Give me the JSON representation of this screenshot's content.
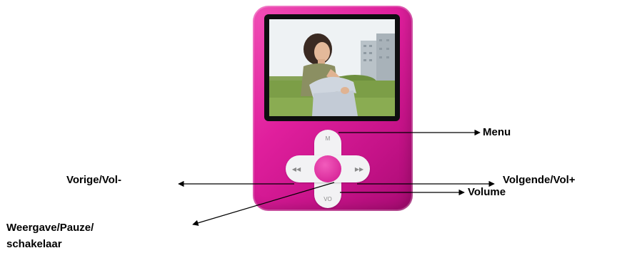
{
  "labels": {
    "menu": "Menu",
    "previous": "Vorige/Vol-",
    "next": "Volgende/Vol+",
    "volume": "Volume",
    "play_pause_line1": "Weergave/Pauze/",
    "play_pause_line2": "schakelaar"
  },
  "button_glyphs": {
    "menu": "M",
    "previous": "◀◀",
    "next": "▶▶",
    "volume": "VO"
  },
  "colors": {
    "device": "#e01f9d",
    "buttons": "#f2f2f4",
    "arrows": "#000000"
  }
}
